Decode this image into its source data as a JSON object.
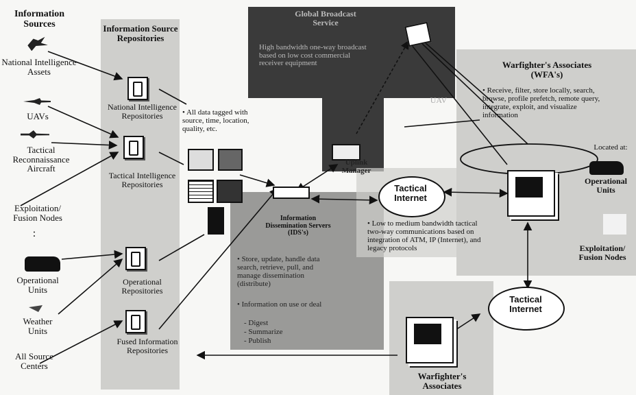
{
  "sources": {
    "header": "Information Sources",
    "national": "National Intelligence Assets",
    "uavs": "UAVs",
    "tactical_recon": "Tactical Reconnaissance Aircraft",
    "exploitation": "Exploitation/ Fusion Nodes",
    "dots": ":",
    "operational": "Operational Units",
    "weather": "Weather Units",
    "all_source": "All Source Centers"
  },
  "repositories": {
    "header": "Information Source Repositories",
    "national": "National Intelligence Repositories",
    "tactical": "Tactical Intelligence Repositories",
    "operational": "Operational Repositories",
    "fused": "Fused Information Repositories",
    "tag_note": "• All data tagged with source, time, location, quality, etc."
  },
  "gbs": {
    "title": "Global Broadcast Service",
    "desc": "High bandwidth one-way broadcast based on low cost commercial receiver equipment"
  },
  "uplink": {
    "label": "Uplink Manager"
  },
  "uav": {
    "label": "UAV"
  },
  "server": {
    "title": "Information Dissemination Servers (IDS's)",
    "bullet1": "• Store, update, handle data search, retrieve, pull, and manage dissemination (distribute)",
    "bullet2": "• Information on use or deal",
    "sub1": "- Digest",
    "sub2": "- Summarize",
    "sub3": "- Publish"
  },
  "internet1": {
    "label": "Tactical Internet"
  },
  "internet2": {
    "label": "Tactical Internet"
  },
  "internet_note": "• Low to medium bandwidth tactical two-way communications based on integration of ATM, IP (Internet), and legacy protocols",
  "wfa": {
    "title": "Warfighter's Associates (WFA's)",
    "desc": "• Receive, filter, store locally, search, browse, profile prefetch, remote query, integrate, exploit, and visualize information",
    "located": "Located at:",
    "operational": "Operational Units",
    "exploitation": "Exploitation/ Fusion Nodes"
  },
  "bottom": {
    "label": "Warfighter's Associates"
  }
}
